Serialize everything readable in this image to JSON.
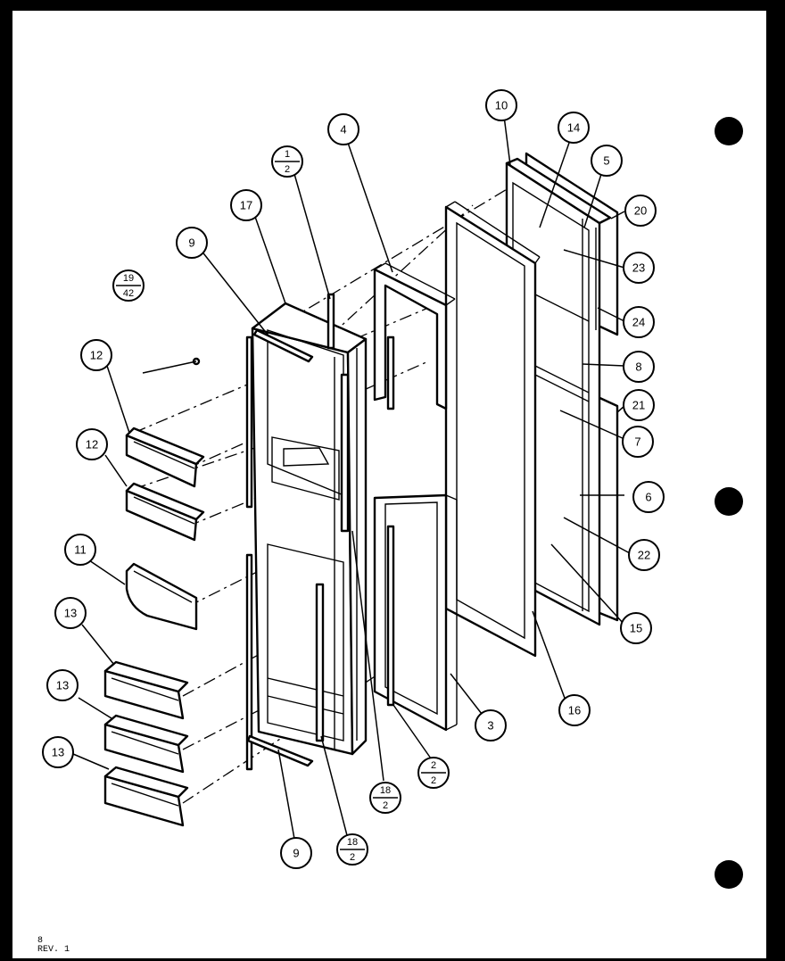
{
  "callouts": [
    {
      "id": "c3",
      "label": "3"
    },
    {
      "id": "c4",
      "label": "4"
    },
    {
      "id": "c5",
      "label": "5"
    },
    {
      "id": "c6",
      "label": "6"
    },
    {
      "id": "c7",
      "label": "7"
    },
    {
      "id": "c8",
      "label": "8"
    },
    {
      "id": "c9a",
      "label": "9"
    },
    {
      "id": "c9b",
      "label": "9"
    },
    {
      "id": "c10",
      "label": "10"
    },
    {
      "id": "c11",
      "label": "11"
    },
    {
      "id": "c12a",
      "label": "12"
    },
    {
      "id": "c12b",
      "label": "12"
    },
    {
      "id": "c13a",
      "label": "13"
    },
    {
      "id": "c13b",
      "label": "13"
    },
    {
      "id": "c13c",
      "label": "13"
    },
    {
      "id": "c14",
      "label": "14"
    },
    {
      "id": "c15",
      "label": "15"
    },
    {
      "id": "c16",
      "label": "16"
    },
    {
      "id": "c17",
      "label": "17"
    },
    {
      "id": "c20",
      "label": "20"
    },
    {
      "id": "c21",
      "label": "21"
    },
    {
      "id": "c22",
      "label": "22"
    },
    {
      "id": "c23",
      "label": "23"
    },
    {
      "id": "c24",
      "label": "24"
    }
  ],
  "fraction_callouts": [
    {
      "id": "f1",
      "top": "1",
      "bottom": "2"
    },
    {
      "id": "f19",
      "top": "19",
      "bottom": "42"
    },
    {
      "id": "f2",
      "top": "2",
      "bottom": "2"
    },
    {
      "id": "f18a",
      "top": "18",
      "bottom": "2"
    },
    {
      "id": "f18b",
      "top": "18",
      "bottom": "2"
    }
  ],
  "footer": {
    "page": "8",
    "rev": "REV. 1"
  }
}
